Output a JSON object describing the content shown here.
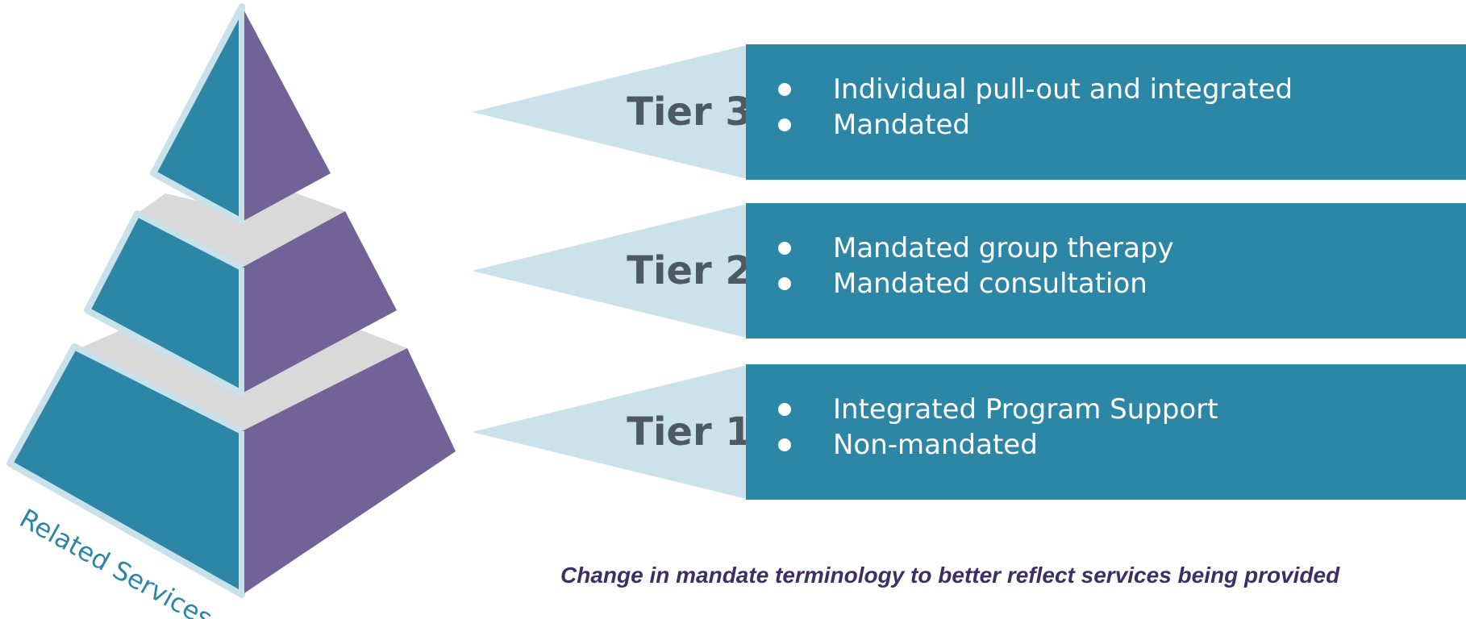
{
  "pyramid": {
    "side_label": "Related Services",
    "colors": {
      "left_face": "#2c86a6",
      "right_face": "#716297",
      "step": "#d9d9d9",
      "outline": "#c9e1ea"
    }
  },
  "tiers": [
    {
      "label": "Tier 3",
      "items": [
        "Individual pull-out and integrated",
        "Mandated"
      ]
    },
    {
      "label": "Tier 2",
      "items": [
        "Mandated group therapy",
        "Mandated consultation"
      ]
    },
    {
      "label": "Tier 1",
      "items": [
        "Integrated Program Support",
        "Non-mandated"
      ]
    }
  ],
  "caption": "Change in mandate terminology to better reflect services being provided",
  "colors": {
    "box": "#2c86a6",
    "pointer": "#cce2ea",
    "label": "#4d5963",
    "caption": "#3d2e63"
  }
}
